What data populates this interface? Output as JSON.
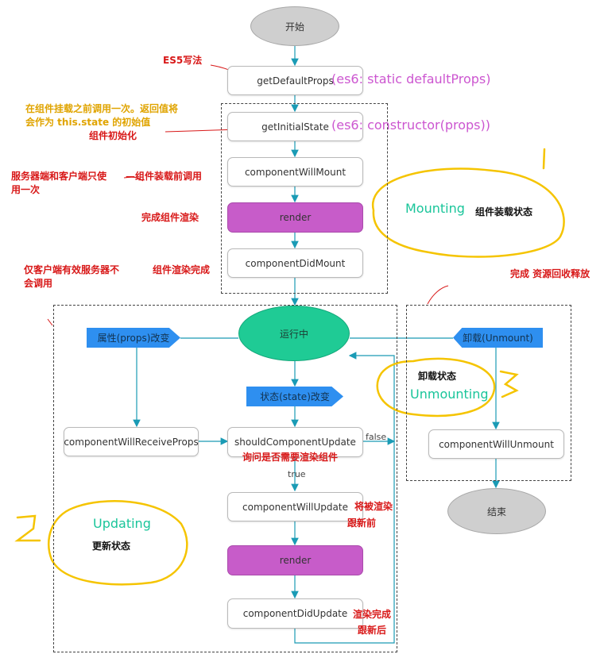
{
  "nodes": {
    "start": "开始",
    "getDefaultProps": "getDefaultProps",
    "getInitialState": "getInitialState",
    "componentWillMount": "componentWillMount",
    "render1": "render",
    "componentDidMount": "componentDidMount",
    "running": "运行中",
    "propsChange": "属性(props)改变",
    "stateChange": "状态(state)改变",
    "unmount": "卸载(Unmount)",
    "componentWillReceiveProps": "componentWillReceiveProps",
    "shouldComponentUpdate": "shouldComponentUpdate",
    "componentWillUpdate": "componentWillUpdate",
    "render2": "render",
    "componentDidUpdate": "componentDidUpdate",
    "componentWillUnmount": "componentWillUnmount",
    "end": "结束"
  },
  "edge_labels": {
    "false": "false",
    "true": "true"
  },
  "annotations": {
    "es5": "ES5写法",
    "es6_static": "(es6: static defaultProps)",
    "es6_constructor": "(es6: constructor(props))",
    "before_mount_line1": "在组件挂载之前调用一次。返回值将",
    "before_mount_line2": "会作为 this.state 的初始值",
    "init": "组件初始化",
    "server_client_line1": "服务器端和客户端只使",
    "server_client_line2": "用一次",
    "before_mount_call": "—组件装载前调用",
    "render_done": "完成组件渲染",
    "client_only_line1": "仅客户端有效服务器不",
    "client_only_line2": "会调用",
    "render_complete": "组件渲染完成",
    "mounting": "Mounting",
    "mounting_cn": "组件装载状态",
    "release": "完成 资源回收释放",
    "unmounting_cn": "卸载状态",
    "unmounting": "Unmounting",
    "ask_render": "询问是否需要渲染组件",
    "before_update_line1": "将被渲染",
    "before_update_line2": "跟新前",
    "updating": "Updating",
    "updating_cn": "更新状态",
    "after_update_line1": "渲染完成",
    "after_update_line2": "跟新后"
  },
  "colors": {
    "arrow": "#1a9bb5",
    "purple": "#c75cc9",
    "green": "#1fcb95",
    "blue": "#2e8ff0",
    "red": "#d81818",
    "highlight": "#f5c400"
  }
}
